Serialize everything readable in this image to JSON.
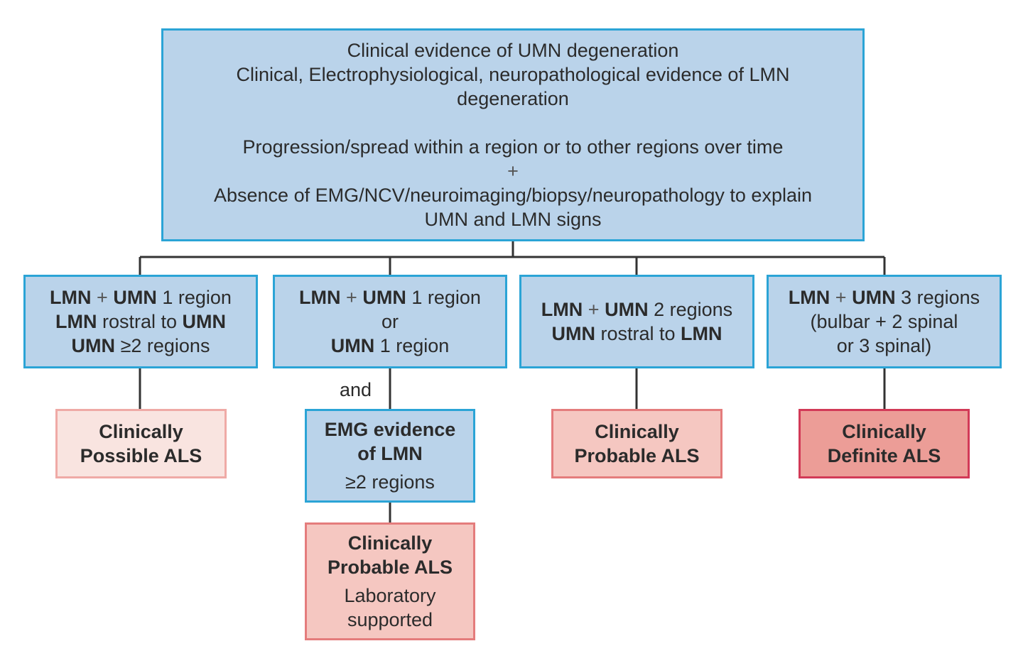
{
  "top": {
    "line1": "Clinical evidence of UMN degeneration",
    "line2": "Clinical, Electrophysiological, neuropathological evidence of LMN",
    "line3": "degeneration",
    "line4": "Progression/spread within a region or to other regions over time",
    "line5": "+",
    "line6": "Absence of EMG/NCV/neuroimaging/biopsy/neuropathology to explain",
    "line7": "UMN and LMN signs"
  },
  "col1": {
    "criteria": {
      "l1_lmn": "LMN",
      "l1_plus": "+",
      "l1_umn": "UMN",
      "l1_rest": "1 region",
      "l2_lmn": "LMN",
      "l2_mid": "rostral to",
      "l2_umn": "UMN",
      "l3_umn": "UMN",
      "l3_rest": "≥2 regions"
    },
    "result": {
      "line1": "Clinically",
      "line2": "Possible ALS"
    }
  },
  "col2": {
    "criteria": {
      "l1_lmn": "LMN",
      "l1_plus": "+",
      "l1_umn": "UMN",
      "l1_rest": "1 region",
      "l2": "or",
      "l3_umn": "UMN",
      "l3_rest": "1 region"
    },
    "and_label": "and",
    "emg": {
      "line1": "EMG evidence",
      "line2": "of LMN",
      "line3": "≥2 regions"
    },
    "result": {
      "line1": "Clinically",
      "line2": "Probable ALS",
      "line3": "Laboratory",
      "line4": "supported"
    }
  },
  "col3": {
    "criteria": {
      "l1_lmn": "LMN",
      "l1_plus": "+",
      "l1_umn": "UMN",
      "l1_rest": "2 regions",
      "l2_umn": "UMN",
      "l2_mid": "rostral to",
      "l2_lmn": "LMN"
    },
    "result": {
      "line1": "Clinically",
      "line2": "Probable ALS"
    }
  },
  "col4": {
    "criteria": {
      "l1_lmn": "LMN",
      "l1_plus": "+",
      "l1_umn": "UMN",
      "l1_rest": "3 regions",
      "l2": "(bulbar + 2 spinal",
      "l3": "or 3 spinal)"
    },
    "result": {
      "line1": "Clinically",
      "line2": "Definite ALS"
    }
  },
  "colors": {
    "blue_fill": "#bad3ea",
    "blue_border": "#2ba4d6",
    "possible_fill": "#f9e4e0",
    "possible_border": "#efaaa6",
    "probable_fill": "#f5c7c1",
    "probable_border": "#e47c7c",
    "definite_fill": "#ec9d97",
    "definite_border": "#d23a57",
    "connector": "#333333"
  }
}
